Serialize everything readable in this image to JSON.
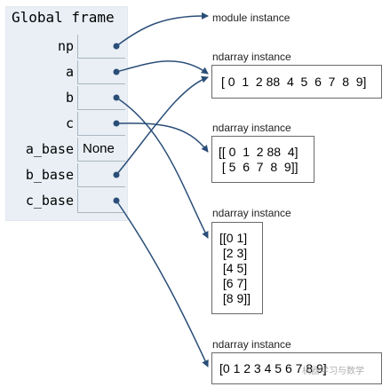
{
  "frame": {
    "title": "Global frame",
    "variables": [
      {
        "name": "np",
        "value": ""
      },
      {
        "name": "a",
        "value": ""
      },
      {
        "name": "b",
        "value": ""
      },
      {
        "name": "c",
        "value": ""
      },
      {
        "name": "a_base",
        "value": "None"
      },
      {
        "name": "b_base",
        "value": ""
      },
      {
        "name": "c_base",
        "value": ""
      }
    ]
  },
  "heap": [
    {
      "label": "module instance",
      "lines": []
    },
    {
      "label": "ndarray instance",
      "lines": [
        "[ 0  1  2 88  4  5  6  7  8  9]"
      ]
    },
    {
      "label": "ndarray instance",
      "lines": [
        "[[ 0  1  2 88  4]",
        " [ 5  6  7  8  9]]"
      ]
    },
    {
      "label": "ndarray instance",
      "lines": [
        "[[0 1]",
        " [2 3]",
        " [4 5]",
        " [6 7]",
        " [8 9]]"
      ]
    },
    {
      "label": "ndarray instance",
      "lines": [
        "[0 1 2 3 4 5 6 7 8 9]"
      ]
    }
  ],
  "colors": {
    "arrow": "#2a4e78",
    "frame_bg": "#e9eff5"
  },
  "watermark": "机器学习与数学"
}
